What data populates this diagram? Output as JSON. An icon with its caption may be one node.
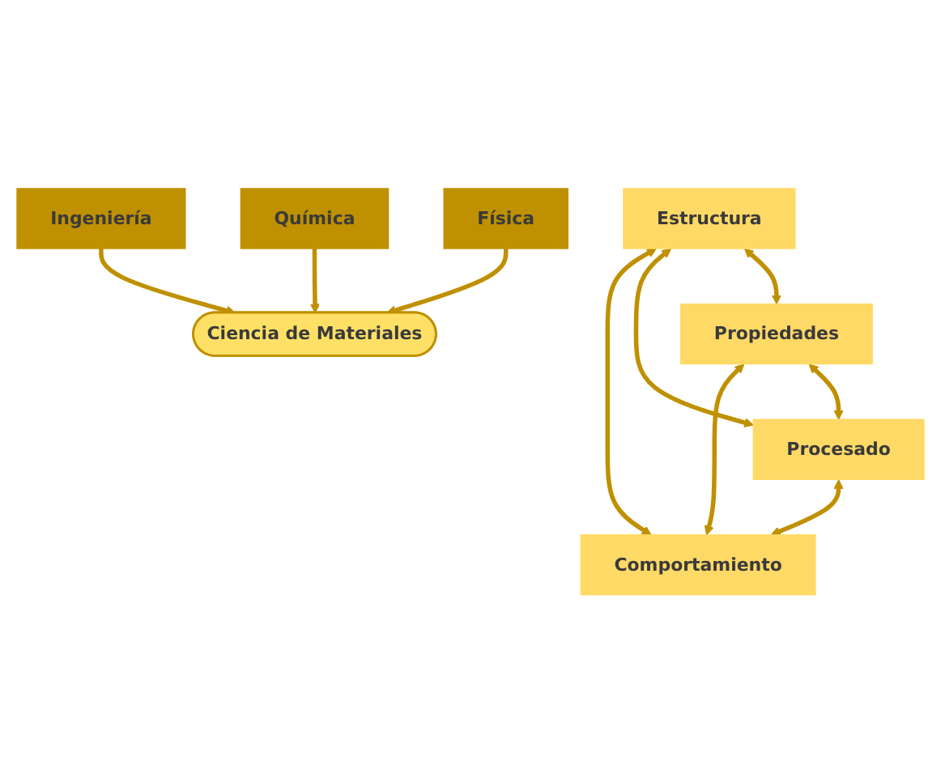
{
  "diagram": {
    "nodes": [
      {
        "text": [
          "Estructura"
        ]
      },
      {
        "text": [
          "Propiedades"
        ]
      },
      {
        "text": [
          "Procesado"
        ]
      },
      {
        "text": [
          "Comportamiento"
        ]
      },
      {
        "text": [
          "Física"
        ]
      },
      {
        "text": [
          "Química"
        ]
      },
      {
        "text": [
          "Ingeniería"
        ]
      },
      {
        "text": [
          "Ciencia de Materiales"
        ]
      }
    ],
    "edges": [
      {
        "from": 0,
        "to": 1,
        "arrow": "both"
      },
      {
        "from": 0,
        "to": 2,
        "arrow": "both"
      },
      {
        "from": 1,
        "to": 2,
        "arrow": "both"
      },
      {
        "from": 0,
        "to": 3,
        "arrow": "both"
      },
      {
        "from": 1,
        "to": 3,
        "arrow": "both"
      },
      {
        "from": 2,
        "to": 3,
        "arrow": "both"
      },
      {
        "from": 4,
        "to": 7,
        "arrow": "to"
      },
      {
        "from": 5,
        "to": 7,
        "arrow": "to"
      },
      {
        "from": 6,
        "to": 7,
        "arrow": "to"
      }
    ]
  }
}
